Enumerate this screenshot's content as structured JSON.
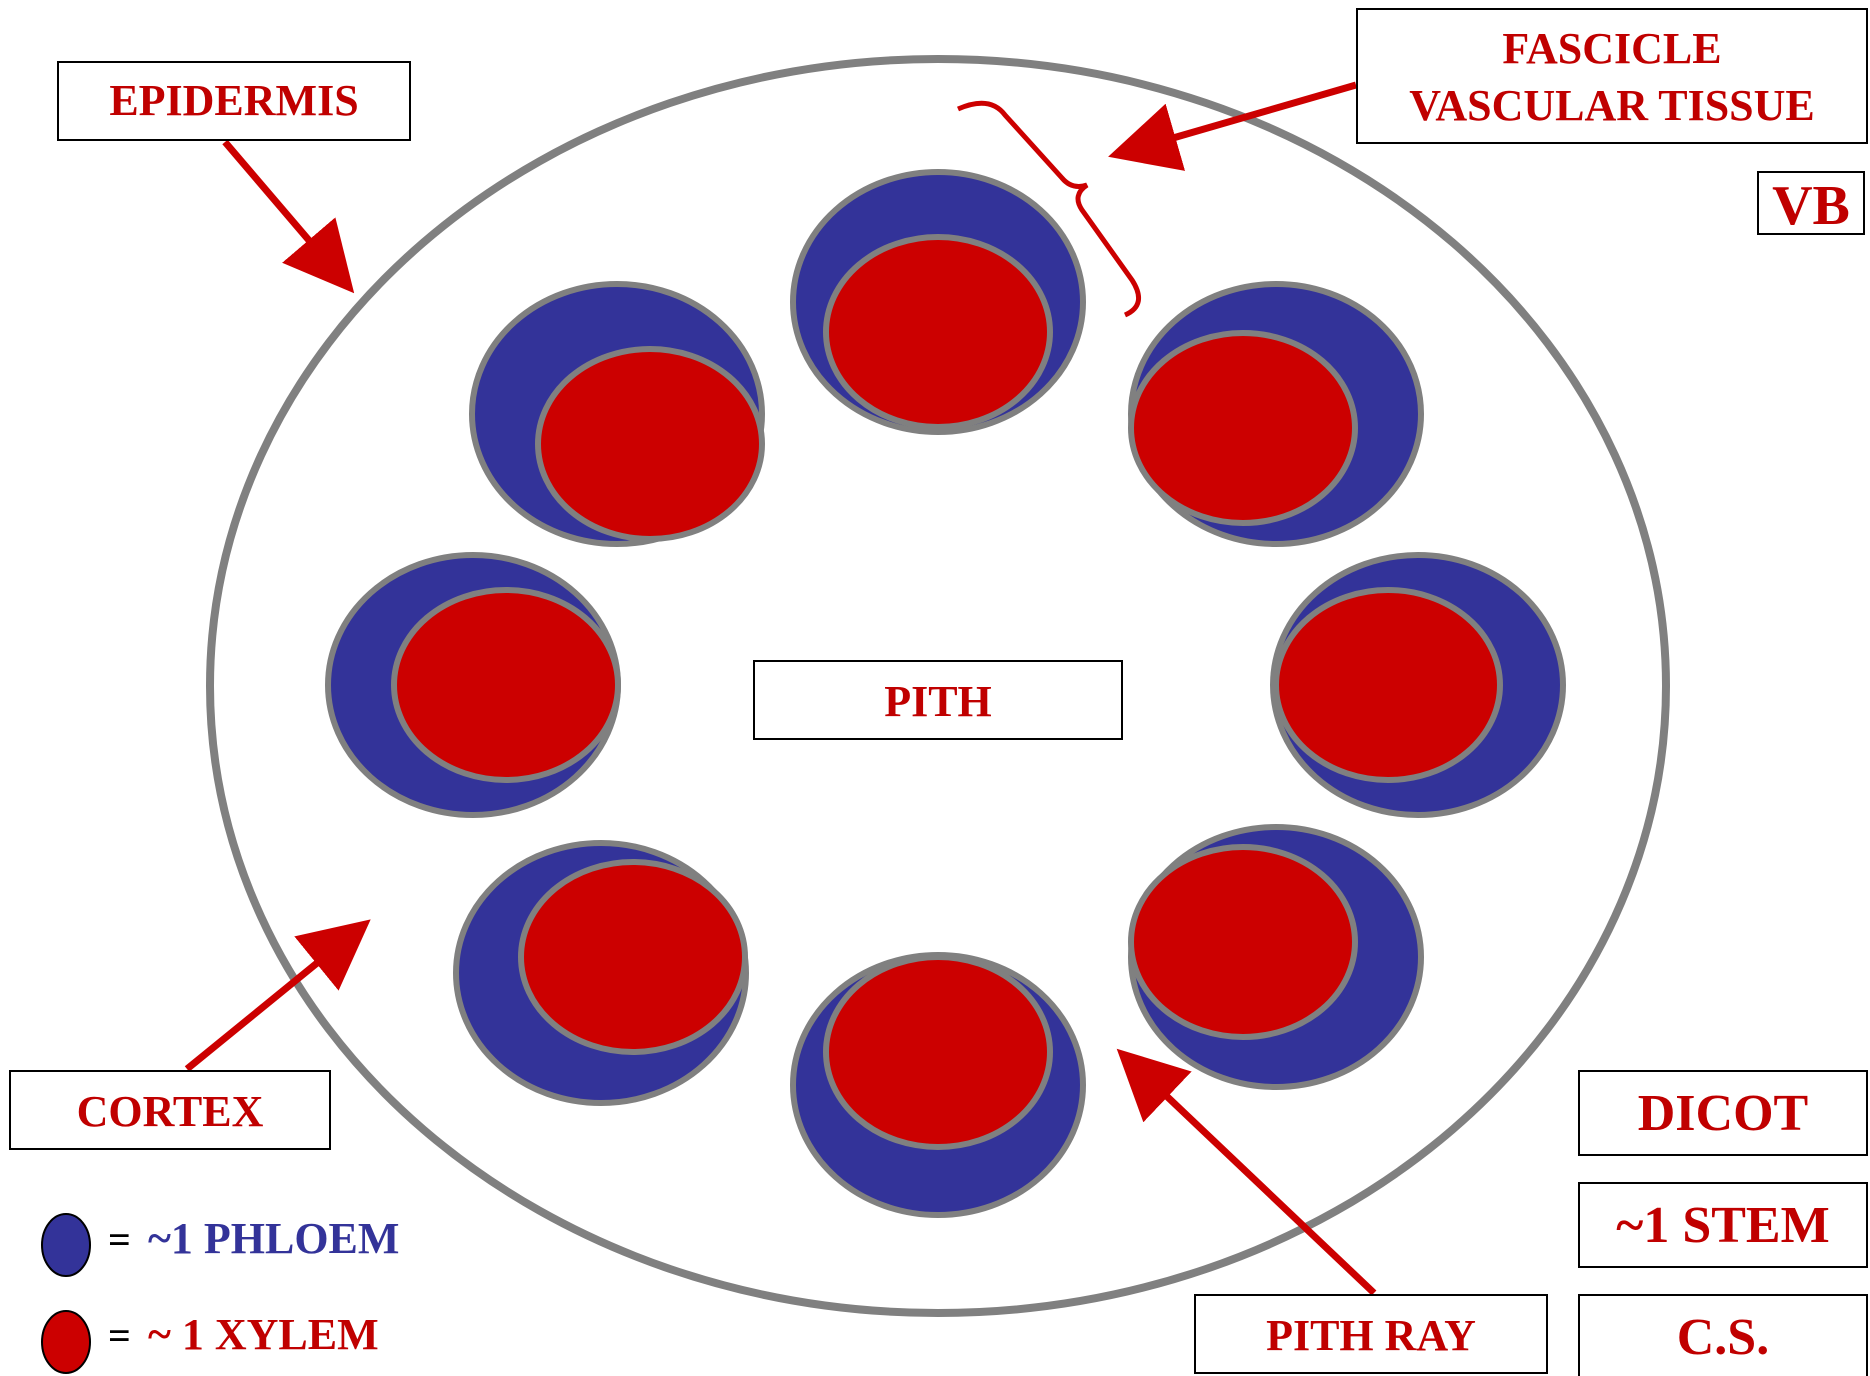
{
  "labels": {
    "epidermis": "EPIDERMIS",
    "fascicle_line1": "FASCICLE",
    "fascicle_line2": "VASCULAR TISSUE",
    "vb": "VB",
    "pith": "PITH",
    "cortex": "CORTEX",
    "pith_ray": "PITH RAY",
    "dicot": "DICOT",
    "stem": "~1 STEM",
    "cs": "C.S."
  },
  "legend": {
    "equals": "=",
    "phloem_text": "~1 PHLOEM",
    "xylem_text": "~ 1 XYLEM"
  },
  "colors": {
    "label_red": "#c00000",
    "arrow_red": "#cc0000",
    "phloem_blue": "#333399",
    "xylem_red": "#cc0000",
    "outline_gray": "#808080",
    "legend_blue": "#333399"
  },
  "bundle_count": 8
}
